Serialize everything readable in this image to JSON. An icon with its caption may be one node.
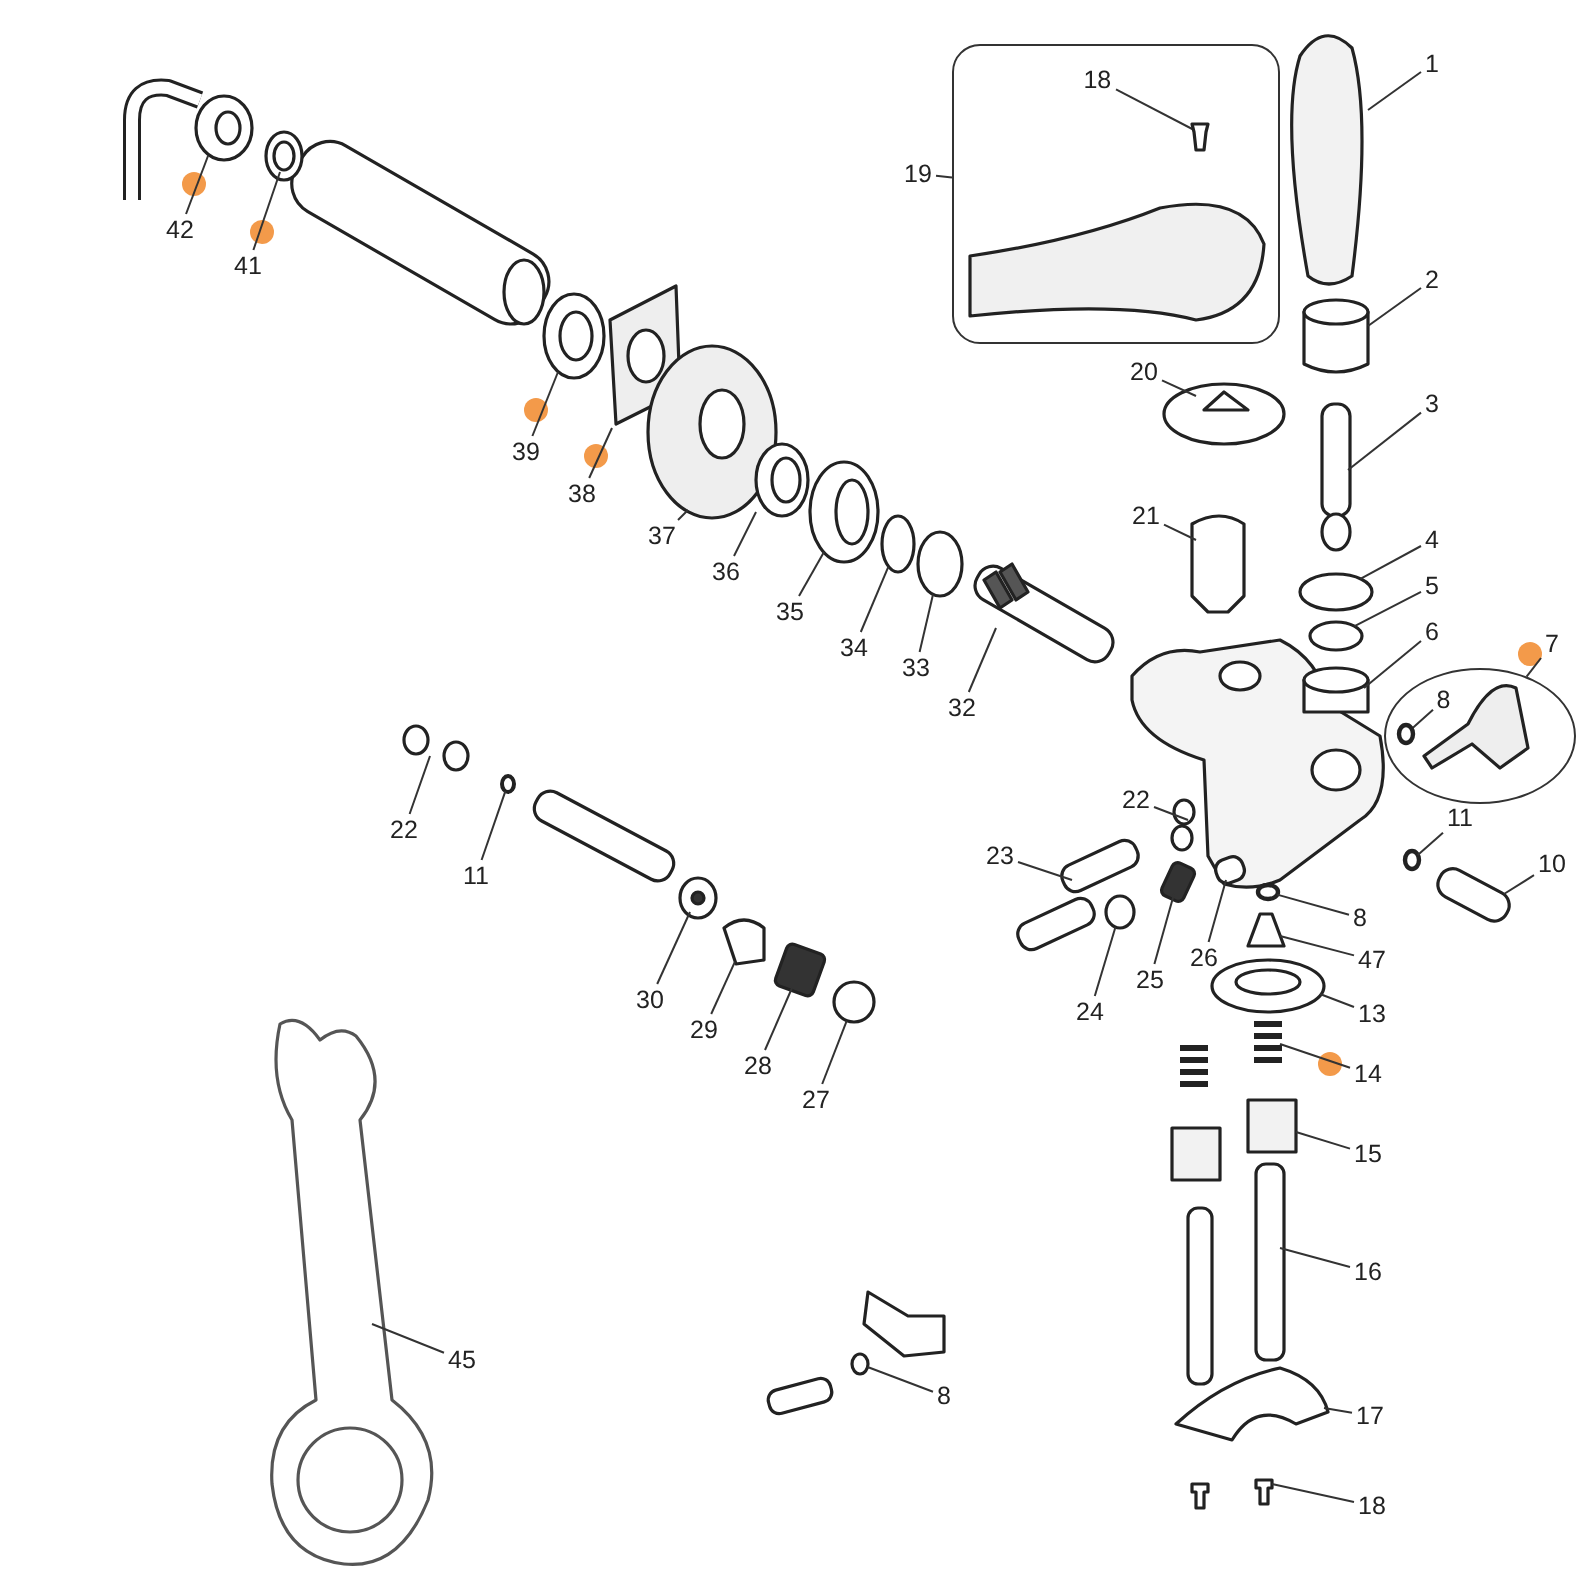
{
  "diagram": {
    "nodes": [
      {
        "text": [],
        "shape": "box"
      },
      {
        "text": [
          "18"
        ],
        "in": 0
      },
      {
        "text": [
          "19"
        ]
      },
      {
        "text": [
          "1"
        ]
      },
      {
        "text": [
          "2"
        ]
      },
      {
        "text": [
          "20"
        ]
      },
      {
        "text": [
          "3"
        ]
      },
      {
        "text": [
          "21"
        ]
      },
      {
        "text": [
          "4"
        ]
      },
      {
        "text": [
          "5"
        ]
      },
      {
        "text": [
          "6"
        ]
      },
      {
        "text": [],
        "shape": "circle"
      },
      {
        "text": [
          "7"
        ]
      },
      {
        "text": [
          "8"
        ],
        "in": 11
      },
      {
        "text": [
          "22"
        ]
      },
      {
        "text": [
          "11"
        ]
      },
      {
        "text": [
          "10"
        ]
      },
      {
        "text": [
          "23"
        ]
      },
      {
        "text": [
          "8"
        ]
      },
      {
        "text": [
          "47"
        ]
      },
      {
        "text": [
          "26"
        ]
      },
      {
        "text": [
          "25"
        ]
      },
      {
        "text": [
          "24"
        ]
      },
      {
        "text": [
          "13"
        ]
      },
      {
        "text": [
          "14"
        ]
      },
      {
        "text": [
          "15"
        ]
      },
      {
        "text": [
          "16"
        ]
      },
      {
        "text": [
          "17"
        ]
      },
      {
        "text": [
          "18"
        ]
      },
      {
        "text": [
          "42"
        ]
      },
      {
        "text": [
          "41"
        ]
      },
      {
        "text": [
          "39"
        ]
      },
      {
        "text": [
          "38"
        ]
      },
      {
        "text": [
          "37"
        ]
      },
      {
        "text": [
          "36"
        ]
      },
      {
        "text": [
          "35"
        ]
      },
      {
        "text": [
          "34"
        ]
      },
      {
        "text": [
          "33"
        ]
      },
      {
        "text": [
          "32"
        ]
      },
      {
        "text": [
          "22"
        ]
      },
      {
        "text": [
          "11"
        ]
      },
      {
        "text": [
          "30"
        ]
      },
      {
        "text": [
          "29"
        ]
      },
      {
        "text": [
          "28"
        ]
      },
      {
        "text": [
          "27"
        ]
      },
      {
        "text": [
          "45"
        ]
      },
      {
        "text": [
          "8"
        ]
      },
      {
        "text": [],
        "shape": "box"
      },
      {
        "text": [],
        "shape": "picture"
      },
      {
        "text": [],
        "shape": "box"
      },
      {
        "text": [],
        "shape": "picture"
      },
      {
        "text": [],
        "shape": "box",
        "in": 0
      },
      {
        "text": [],
        "shape": "box"
      },
      {
        "text": [],
        "shape": "circle"
      },
      {
        "text": [],
        "shape": "circle"
      },
      {
        "text": [],
        "shape": "box"
      },
      {
        "text": [],
        "shape": "circle",
        "in": 11
      },
      {
        "text": [],
        "shape": "picture"
      },
      {
        "text": [],
        "shape": "circle"
      },
      {
        "text": [],
        "shape": "box"
      },
      {
        "text": [],
        "shape": "box"
      },
      {
        "text": [],
        "shape": "circle"
      },
      {
        "text": [],
        "shape": "box"
      },
      {
        "text": [],
        "shape": "box"
      },
      {
        "text": [],
        "shape": "box"
      },
      {
        "text": [],
        "shape": "circle"
      },
      {
        "text": [],
        "shape": "picture"
      },
      {
        "text": [],
        "shape": "picture"
      },
      {
        "text": [],
        "shape": "box"
      },
      {
        "text": [],
        "shape": "box"
      },
      {
        "text": [],
        "shape": "picture"
      },
      {
        "text": [],
        "shape": "box"
      },
      {
        "text": [],
        "shape": "picture"
      },
      {
        "text": [],
        "shape": "picture"
      },
      {
        "text": [],
        "shape": "picture"
      },
      {
        "text": [],
        "shape": "picture"
      },
      {
        "text": [],
        "shape": "picture"
      },
      {
        "text": [],
        "shape": "picture"
      },
      {
        "text": [],
        "shape": "picture"
      },
      {
        "text": [],
        "shape": "circle"
      },
      {
        "text": [],
        "shape": "circle"
      },
      {
        "text": [],
        "shape": "picture"
      },
      {
        "text": [],
        "shape": "picture"
      },
      {
        "text": [],
        "shape": "circle"
      },
      {
        "text": [],
        "shape": "picture"
      },
      {
        "text": [],
        "shape": "circle"
      },
      {
        "text": [],
        "shape": "box"
      },
      {
        "text": [],
        "shape": "circle"
      },
      {
        "text": [],
        "shape": "picture"
      },
      {
        "text": [],
        "shape": "circle"
      }
    ],
    "edges": [
      {
        "from": 1,
        "to": 51,
        "arrow": "none"
      },
      {
        "from": 2,
        "to": 0,
        "arrow": "none"
      },
      {
        "from": 3,
        "to": 47,
        "arrow": "none"
      },
      {
        "from": 4,
        "to": 48,
        "arrow": "none"
      },
      {
        "from": 5,
        "to": 50,
        "arrow": "none"
      },
      {
        "from": 6,
        "to": 49,
        "arrow": "none"
      },
      {
        "from": 7,
        "to": 52,
        "arrow": "none"
      },
      {
        "from": 8,
        "to": 53,
        "arrow": "none"
      },
      {
        "from": 9,
        "to": 54,
        "arrow": "none"
      },
      {
        "from": 10,
        "to": 55,
        "arrow": "none"
      },
      {
        "from": 12,
        "to": 11,
        "arrow": "none"
      },
      {
        "from": 13,
        "to": 56,
        "arrow": "none"
      },
      {
        "from": 14,
        "to": 57,
        "arrow": "none"
      },
      {
        "from": 15,
        "to": 58,
        "arrow": "none"
      },
      {
        "from": 16,
        "to": 59,
        "arrow": "none"
      },
      {
        "from": 17,
        "to": 60,
        "arrow": "none"
      },
      {
        "from": 18,
        "to": 61,
        "arrow": "none"
      },
      {
        "from": 19,
        "to": 62,
        "arrow": "none"
      },
      {
        "from": 20,
        "to": 63,
        "arrow": "none"
      },
      {
        "from": 21,
        "to": 64,
        "arrow": "none"
      },
      {
        "from": 22,
        "to": 65,
        "arrow": "none"
      },
      {
        "from": 23,
        "to": 66,
        "arrow": "none"
      },
      {
        "from": 24,
        "to": 67,
        "arrow": "none"
      },
      {
        "from": 25,
        "to": 68,
        "arrow": "none"
      },
      {
        "from": 26,
        "to": 69,
        "arrow": "none"
      },
      {
        "from": 27,
        "to": 70,
        "arrow": "none"
      },
      {
        "from": 28,
        "to": 71,
        "arrow": "none"
      },
      {
        "from": 29,
        "to": 72,
        "arrow": "none"
      },
      {
        "from": 30,
        "to": 73,
        "arrow": "none"
      },
      {
        "from": 31,
        "to": 74,
        "arrow": "none"
      },
      {
        "from": 32,
        "to": 75,
        "arrow": "none"
      },
      {
        "from": 33,
        "to": 76,
        "arrow": "none"
      },
      {
        "from": 34,
        "to": 77,
        "arrow": "none"
      },
      {
        "from": 35,
        "to": 78,
        "arrow": "none"
      },
      {
        "from": 36,
        "to": 79,
        "arrow": "none"
      },
      {
        "from": 37,
        "to": 80,
        "arrow": "none"
      },
      {
        "from": 38,
        "to": 81,
        "arrow": "none"
      },
      {
        "from": 39,
        "to": 82,
        "arrow": "none"
      },
      {
        "from": 40,
        "to": 83,
        "arrow": "none"
      },
      {
        "from": 41,
        "to": 84,
        "arrow": "none"
      },
      {
        "from": 42,
        "to": 85,
        "arrow": "none"
      },
      {
        "from": 43,
        "to": 86,
        "arrow": "none"
      },
      {
        "from": 44,
        "to": 87,
        "arrow": "none"
      },
      {
        "from": 45,
        "to": 88,
        "arrow": "none"
      },
      {
        "from": 46,
        "to": 89,
        "arrow": "none"
      }
    ]
  }
}
